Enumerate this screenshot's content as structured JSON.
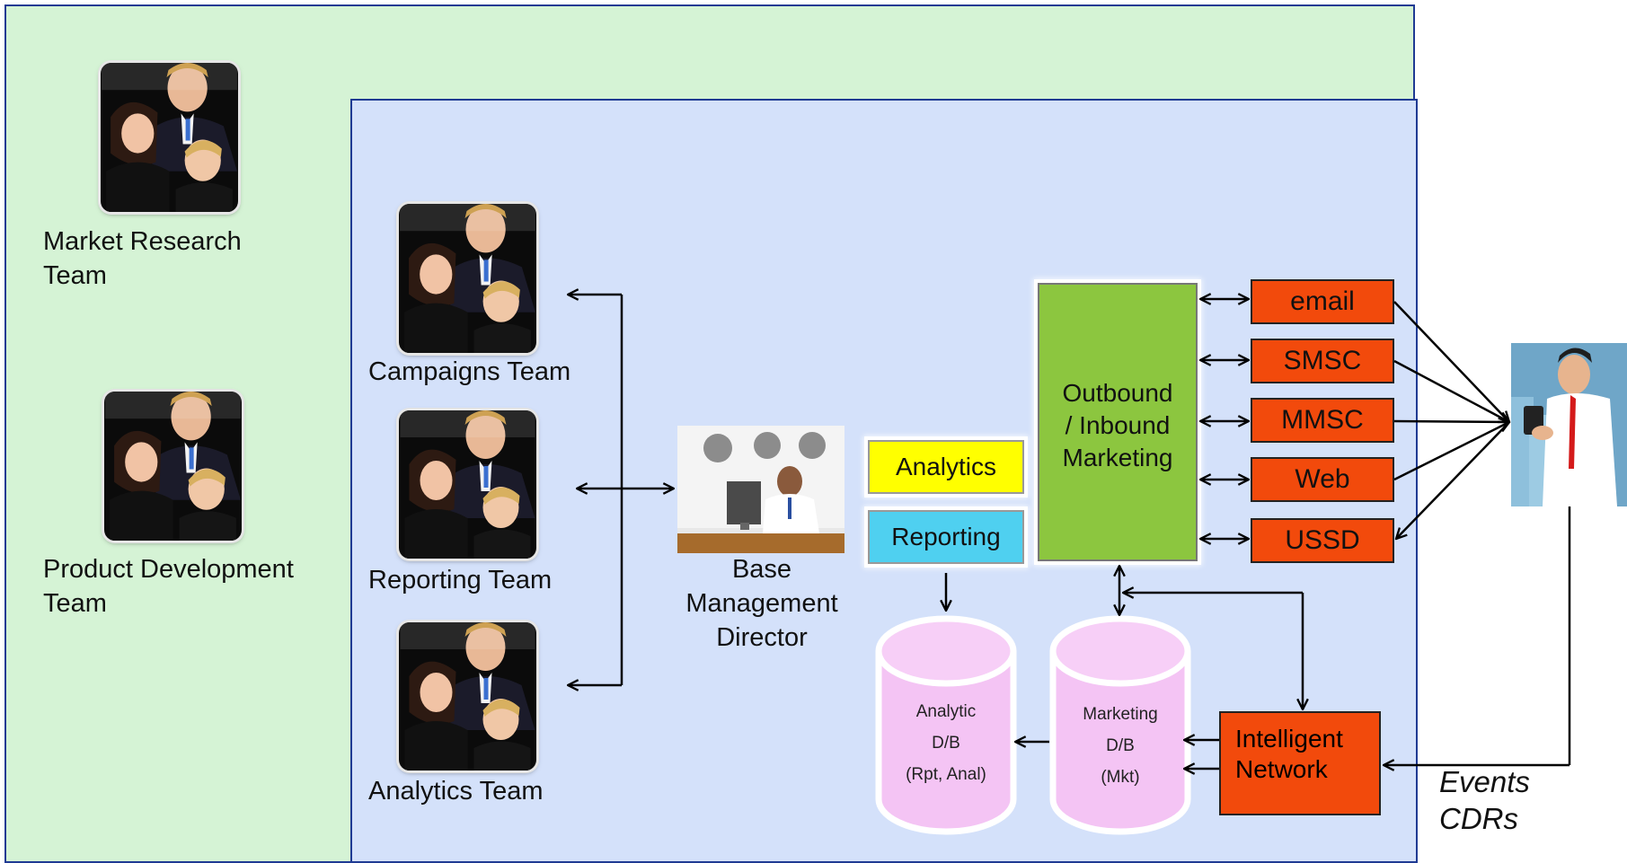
{
  "teams_outer": [
    {
      "label_line1": "Market Research",
      "label_line2": "Team"
    },
    {
      "label_line1": "Product Development",
      "label_line2": "Team"
    }
  ],
  "teams_inner": [
    {
      "label": "Campaigns Team"
    },
    {
      "label": "Reporting Team"
    },
    {
      "label": "Analytics Team"
    }
  ],
  "director": {
    "line1": "Base",
    "line2": "Management",
    "line3": "Director"
  },
  "analytics_box": "Analytics",
  "reporting_box": "Reporting",
  "marketing_box": {
    "line1": "Outbound",
    "line2": "/ Inbound",
    "line3": "Marketing"
  },
  "channels": [
    "email",
    "SMSC",
    "MMSC",
    "Web",
    "USSD"
  ],
  "analytic_db": {
    "line1": "Analytic",
    "line2": "D/B",
    "line3": "(Rpt, Anal)"
  },
  "marketing_db": {
    "line1": "Marketing",
    "line2": "D/B",
    "line3": "(Mkt)"
  },
  "intelligent_network": {
    "line1": "Intelligent",
    "line2": "Network"
  },
  "events": {
    "line1": "Events",
    "line2": "CDRs"
  },
  "colors": {
    "outer_bg": "#d5f3d5",
    "inner_bg": "#d4e1fa",
    "channel": "#f24a0c",
    "marketing": "#8cc63f",
    "analytics": "#ffff00",
    "reporting": "#4fd0f0",
    "db": "#f4c4f4"
  },
  "icons": [
    "team-photo",
    "call-center-photo",
    "mobile-user-icon"
  ]
}
